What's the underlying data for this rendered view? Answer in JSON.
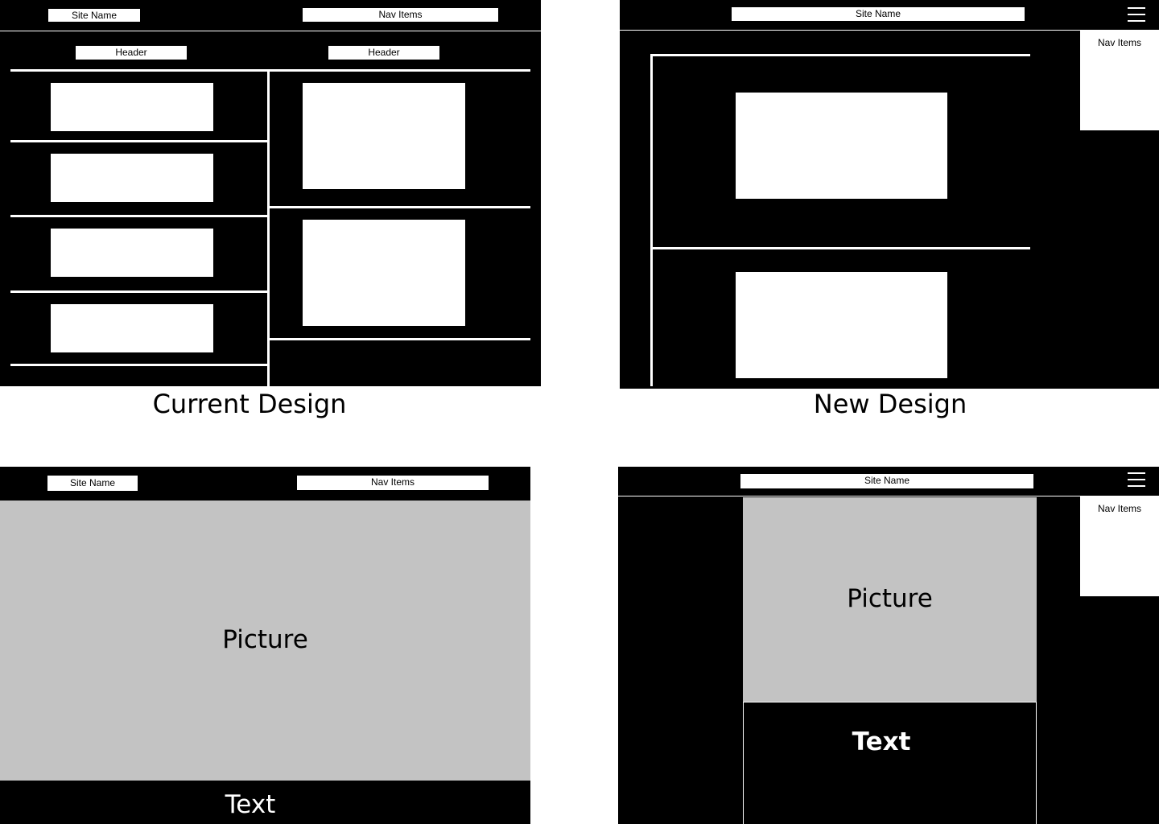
{
  "colors": {
    "frame": "#000000",
    "box": "#ffffff",
    "placeholder": "#c3c3c3"
  },
  "current": {
    "site_name": "Site Name",
    "nav_items": "Nav Items",
    "headers": [
      "Header",
      "Header"
    ],
    "caption": "Current Design"
  },
  "new": {
    "site_name": "Site Name",
    "menu_icon": "hamburger-menu-icon",
    "nav_items": "Nav Items",
    "caption": "New Design"
  },
  "current_detail": {
    "site_name": "Site Name",
    "nav_items": "Nav Items",
    "picture": "Picture",
    "text": "Text"
  },
  "new_detail": {
    "site_name": "Site Name",
    "menu_icon": "hamburger-menu-icon",
    "nav_items": "Nav Items",
    "picture": "Picture",
    "text": "Text"
  }
}
